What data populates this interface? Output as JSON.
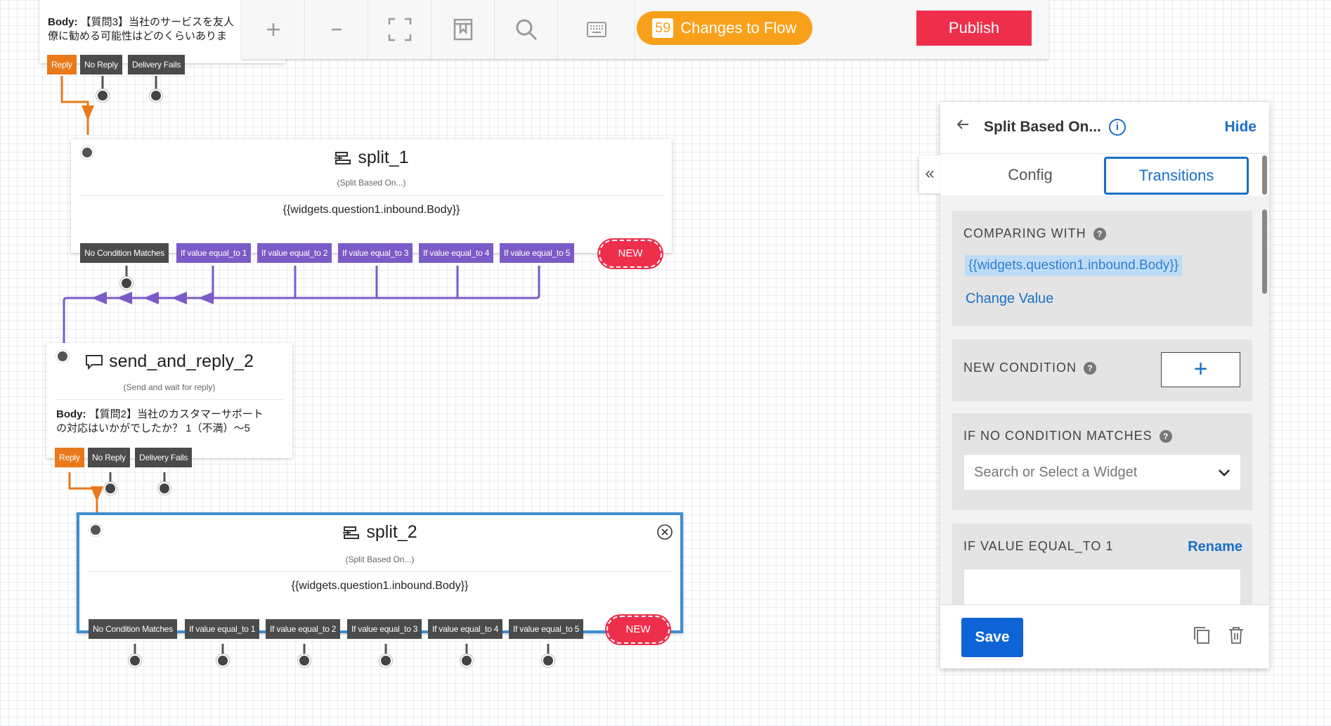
{
  "toolbar": {
    "zoom_in_icon": "plus-icon",
    "zoom_out_icon": "minus-icon",
    "fit_icon": "fullscreen-icon",
    "bookmark_icon": "bookmark-icon",
    "search_icon": "search-icon",
    "keyboard_icon": "keyboard-icon",
    "changes_count": "59",
    "changes_label": "Changes to Flow",
    "publish_label": "Publish"
  },
  "widgets": {
    "question3": {
      "body_label": "Body:",
      "body_text_line1": "【質問3】当社のサービスを友人",
      "body_text_line2": "僚に勧める可能性はどのくらいありま",
      "transitions": [
        "Reply",
        "No Reply",
        "Delivery Fails"
      ]
    },
    "split_1": {
      "title": "split_1",
      "subtitle": "(Split Based On...)",
      "expression": "{{widgets.question1.inbound.Body}}",
      "transitions": [
        "No Condition Matches",
        "If value equal_to 1",
        "If value equal_to 2",
        "If value equal_to 3",
        "If value equal_to 4",
        "If value equal_to 5"
      ],
      "new_label": "NEW"
    },
    "send_and_reply_2": {
      "title": "send_and_reply_2",
      "subtitle": "(Send and wait for reply)",
      "body_label": "Body:",
      "body_text_line1": "【質問2】当社のカスタマーサポート",
      "body_text_line2": "の対応はいかがでしたか？ 1（不満）～5",
      "transitions": [
        "Reply",
        "No Reply",
        "Delivery Fails"
      ]
    },
    "split_2": {
      "title": "split_2",
      "subtitle": "(Split Based On...)",
      "expression": "{{widgets.question1.inbound.Body}}",
      "transitions": [
        "No Condition Matches",
        "If value equal_to 1",
        "If value equal_to 2",
        "If value equal_to 3",
        "If value equal_to 4",
        "If value equal_to 5"
      ],
      "new_label": "NEW",
      "close_icon": "close-circle-icon"
    }
  },
  "panel": {
    "back_icon": "arrow-left-icon",
    "title": "Split Based On...",
    "info_icon": "info-icon",
    "info_glyph": "i",
    "hide_label": "Hide",
    "collapse_glyph": "«",
    "tabs": [
      "Config",
      "Transitions"
    ],
    "active_tab": "Transitions",
    "comparing_with_label": "COMPARING WITH",
    "comparing_with_value": "{{widgets.question1.inbound.Body}}",
    "change_value_label": "Change Value",
    "new_condition_label": "NEW CONDITION",
    "add_glyph": "+",
    "no_condition_label": "IF NO CONDITION MATCHES",
    "widget_select_placeholder": "Search or Select a Widget",
    "value1_label": "IF VALUE EQUAL_TO 1",
    "rename_label": "Rename",
    "save_label": "Save",
    "help_glyph": "?"
  },
  "colors": {
    "accent_blue": "#1a6fc8",
    "publish_red": "#ee2f4c",
    "changes_orange": "#f9a01b",
    "transition_purple": "#7b5bc7",
    "reply_orange": "#e9791b"
  }
}
